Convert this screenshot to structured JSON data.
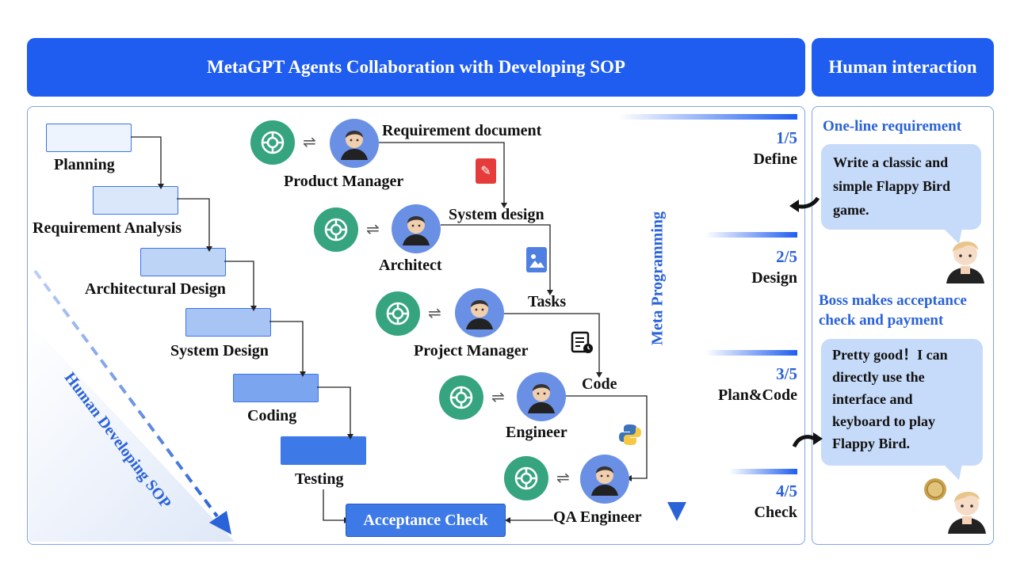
{
  "header": {
    "main_title": "MetaGPT Agents Collaboration with Developing SOP",
    "side_title": "Human interaction"
  },
  "sop": {
    "label": "Human Developing SOP",
    "steps": [
      "Planning",
      "Requirement Analysis",
      "Architectural Design",
      "System Design",
      "Coding",
      "Testing"
    ],
    "colors": [
      "#eef4fd",
      "#dae7fb",
      "#bed4f7",
      "#a7c4f4",
      "#7ba6ef",
      "#3d7ae8"
    ]
  },
  "agents": [
    {
      "name": "Product Manager",
      "artifact": "Requirement document",
      "avatar_color": "#6a90e6"
    },
    {
      "name": "Architect",
      "artifact": "System design",
      "avatar_color": "#6a90e6"
    },
    {
      "name": "Project Manager",
      "artifact": "Tasks",
      "avatar_color": "#6a90e6"
    },
    {
      "name": "Engineer",
      "artifact": "Code",
      "avatar_color": "#6a90e6"
    },
    {
      "name": "QA Engineer",
      "artifact": "",
      "avatar_color": "#6a90e6"
    }
  ],
  "swap_symbol": "⇌",
  "acceptance_check": "Acceptance Check",
  "meta_programming": "Meta Programming",
  "stages": [
    {
      "num": "1/5",
      "name": "Define"
    },
    {
      "num": "2/5",
      "name": "Design"
    },
    {
      "num": "3/5",
      "name": "Plan&Code"
    },
    {
      "num": "4/5",
      "name": "Check"
    }
  ],
  "human": {
    "req_title": "One-line requirement",
    "req_text_lines": [
      "Write a classic and",
      "simple Flappy Bird",
      "game."
    ],
    "boss_title_lines": [
      "Boss makes acceptance",
      "check and payment"
    ],
    "boss_text_lines": [
      "Pretty good！I can",
      "directly use the",
      "interface and",
      "keyboard to play",
      "Flappy Bird."
    ]
  },
  "colors": {
    "accent": "#1f5df0",
    "gpt": "#35a47f",
    "bubble": "#c6daf9"
  }
}
